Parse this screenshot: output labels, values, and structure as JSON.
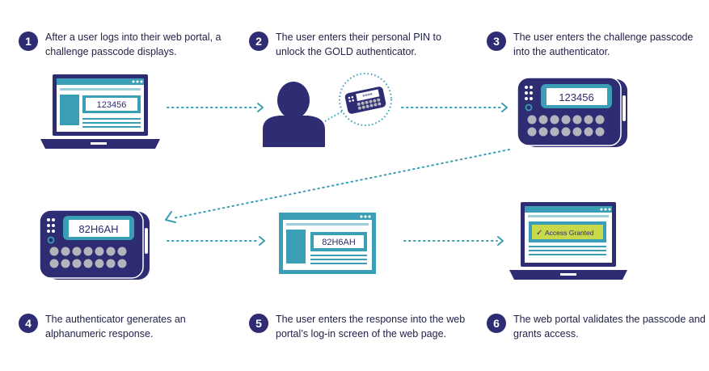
{
  "steps": [
    {
      "number": "1",
      "text": "After a user logs into their web portal, a challenge passcode displays."
    },
    {
      "number": "2",
      "text": "The user enters their personal PIN to unlock the GOLD authenticator."
    },
    {
      "number": "3",
      "text": "The user enters the challenge passcode into the authenticator."
    },
    {
      "number": "4",
      "text": "The authenticator generates an alphanumeric response."
    },
    {
      "number": "5",
      "text": "The user enters the response into the web portal’s log-in screen of the web page."
    },
    {
      "number": "6",
      "text": "The web portal validates the passcode and grants access."
    }
  ],
  "screens": {
    "challenge_code": "123456",
    "pin_mask": "****",
    "device_challenge": "123456",
    "device_response": "82H6AH",
    "portal_response": "82H6AH",
    "access_message": "Access Granted",
    "check_mark": "✓"
  },
  "colors": {
    "navy": "#2e2c72",
    "teal": "#3a9fb5",
    "lime": "#c8d84a",
    "key_gray": "#b4b4bd"
  }
}
